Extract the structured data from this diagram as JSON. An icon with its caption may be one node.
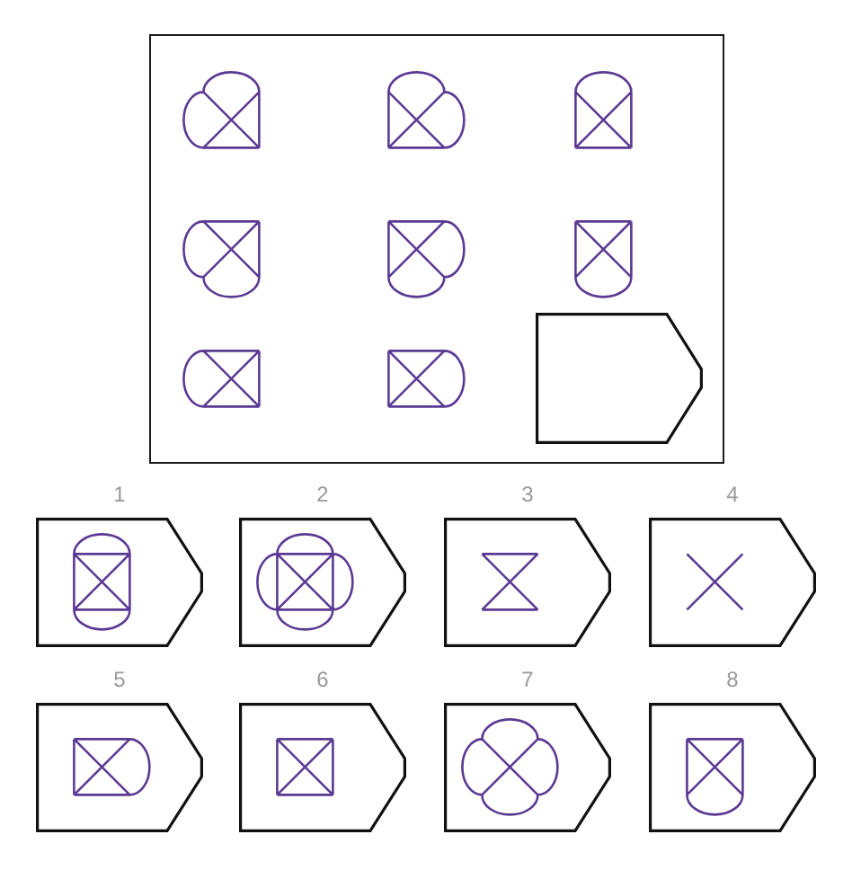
{
  "diagram": {
    "nodes": [
      {
        "text": [],
        "shape": "pentagon"
      },
      {
        "text": [
          "1"
        ]
      },
      {
        "text": [
          "2"
        ]
      },
      {
        "text": [
          "3"
        ]
      },
      {
        "text": [
          "4"
        ]
      },
      {
        "text": [
          "5"
        ]
      },
      {
        "text": [
          "6"
        ]
      },
      {
        "text": [
          "7"
        ]
      },
      {
        "text": [
          "8"
        ]
      }
    ]
  }
}
